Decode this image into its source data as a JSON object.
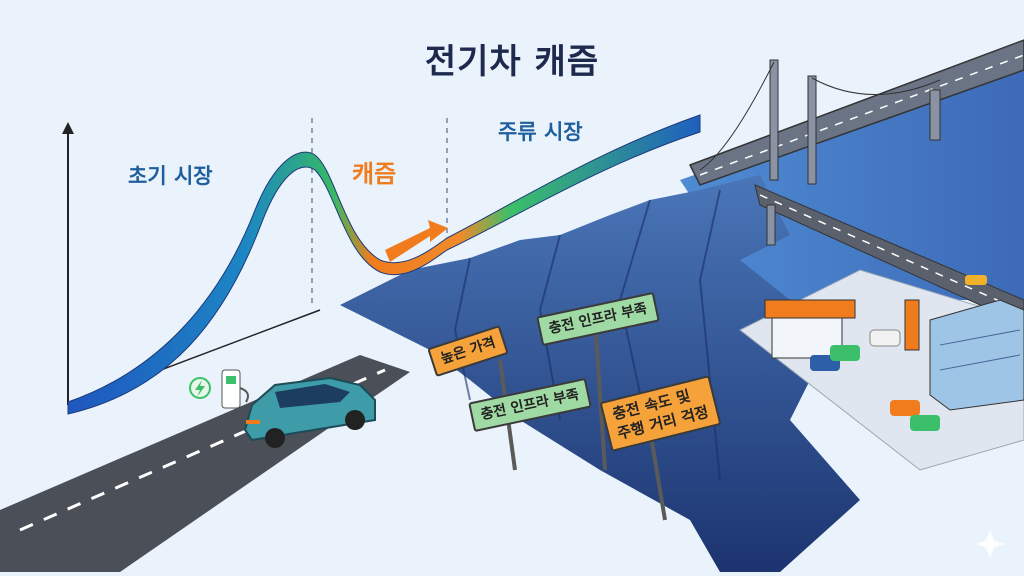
{
  "title": "전기차 캐즘",
  "stages": {
    "early": "초기 시장",
    "chasm": "캐즘",
    "mainstream": "주류 시장"
  },
  "signs": [
    {
      "text": "높은 가격",
      "color": "orange"
    },
    {
      "text": "충전 인프라 부족",
      "color": "green"
    },
    {
      "text": "충전 인프라 부족",
      "color": "green"
    },
    {
      "text": "충전 속도 및\n주행 거리 걱정",
      "color": "orange"
    }
  ],
  "icons": [
    "charging-station-icon",
    "lightning-bolt-icon",
    "electric-car-icon",
    "bridge-icon",
    "gas-station-icon",
    "building-icon"
  ],
  "colors": {
    "title": "#1d2a4d",
    "stage_text": "#1f5f9e",
    "chasm_text": "#f07c1e",
    "curve_gradient": [
      "#1f62c2",
      "#30b86a",
      "#f07c1e"
    ],
    "road": "#4a4f58",
    "canyon": "#2b4b8c"
  }
}
